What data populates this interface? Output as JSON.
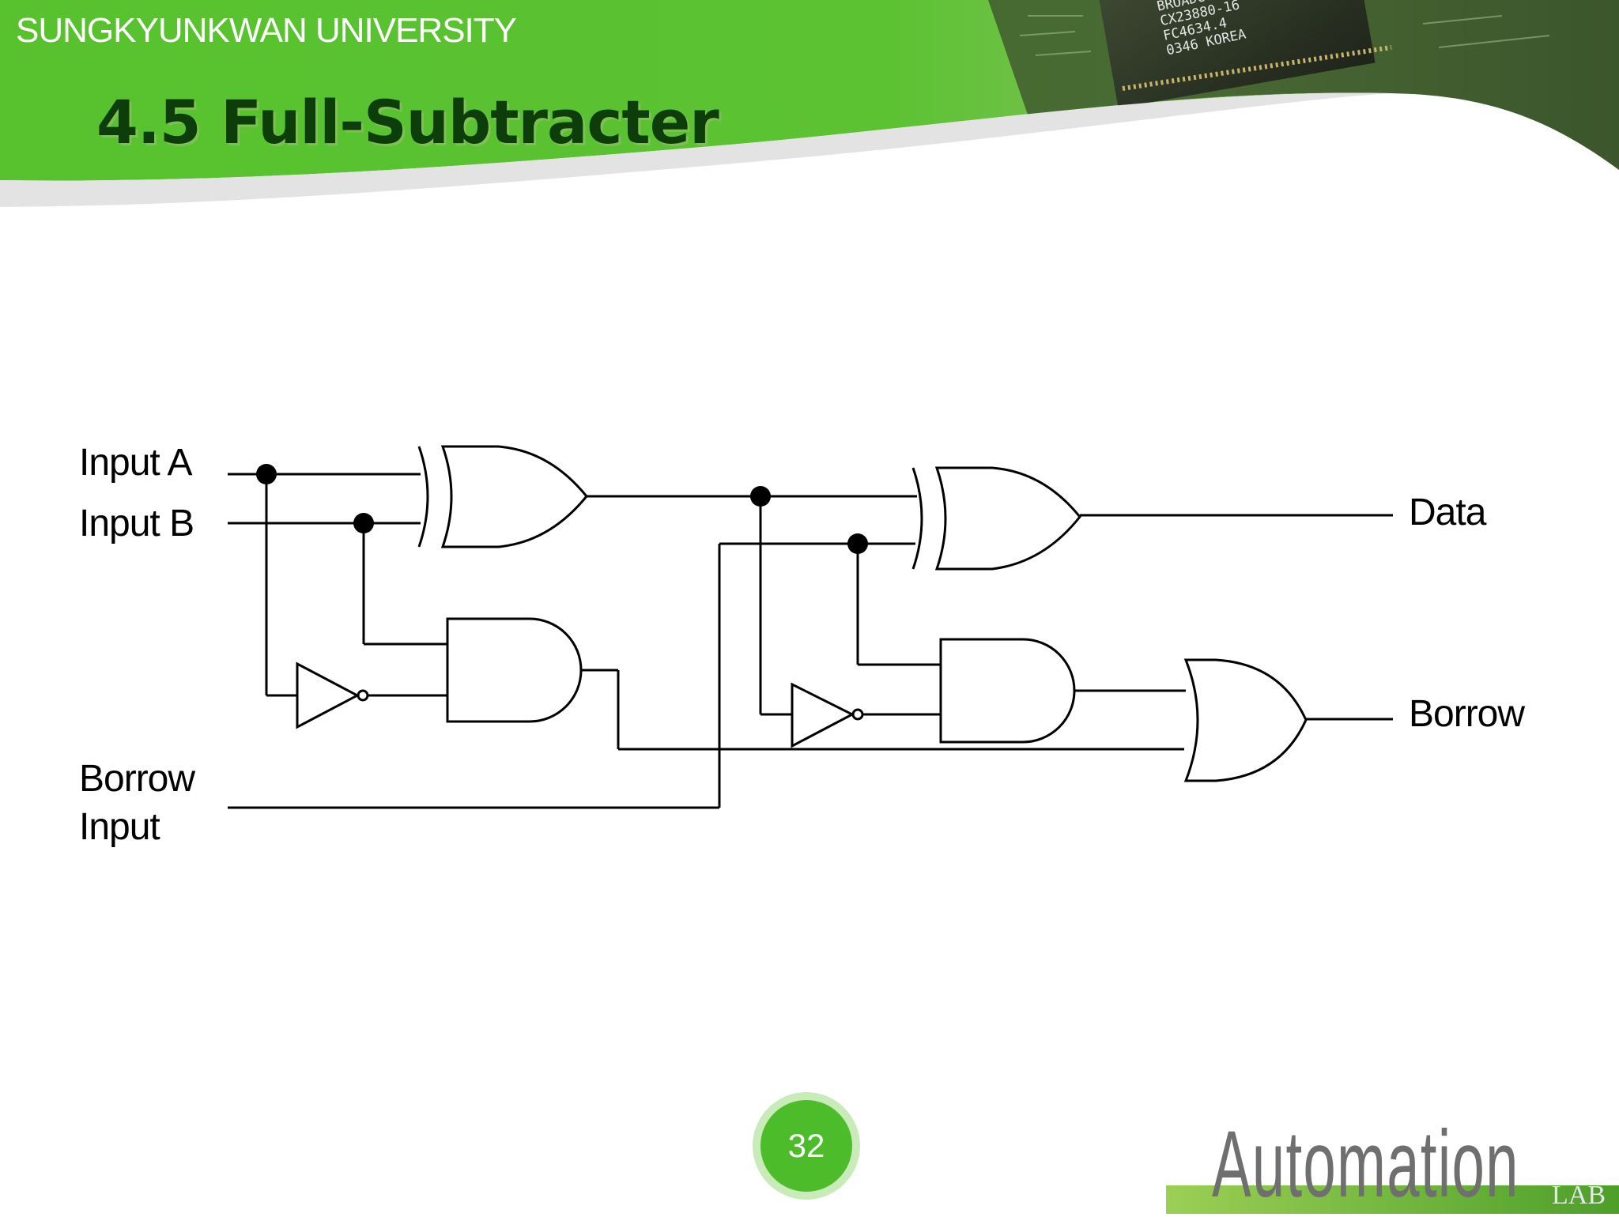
{
  "header": {
    "university": "SUNGKYUNKWAN UNIVERSITY",
    "title": "4.5 Full-Subtracter",
    "chip_lines": [
      "BROADCOM",
      "CX23880-16",
      "FC4634.4",
      "0346 KOREA"
    ]
  },
  "diagram": {
    "inputs": {
      "a": "Input A",
      "b": "Input B",
      "borrow_line1": "Borrow",
      "borrow_line2": "Input"
    },
    "outputs": {
      "data": "Data",
      "borrow": "Borrow"
    },
    "gates": [
      "XOR",
      "AND",
      "NOT",
      "XOR",
      "AND",
      "NOT",
      "OR"
    ],
    "wire_color": "#000000"
  },
  "footer": {
    "page_number": "32",
    "logo_text": "Automation",
    "logo_suffix": "LAB"
  },
  "colors": {
    "header_green": "#4cbc2a",
    "title_text": "#0d3d08",
    "page_badge": "#4cbc2a"
  }
}
